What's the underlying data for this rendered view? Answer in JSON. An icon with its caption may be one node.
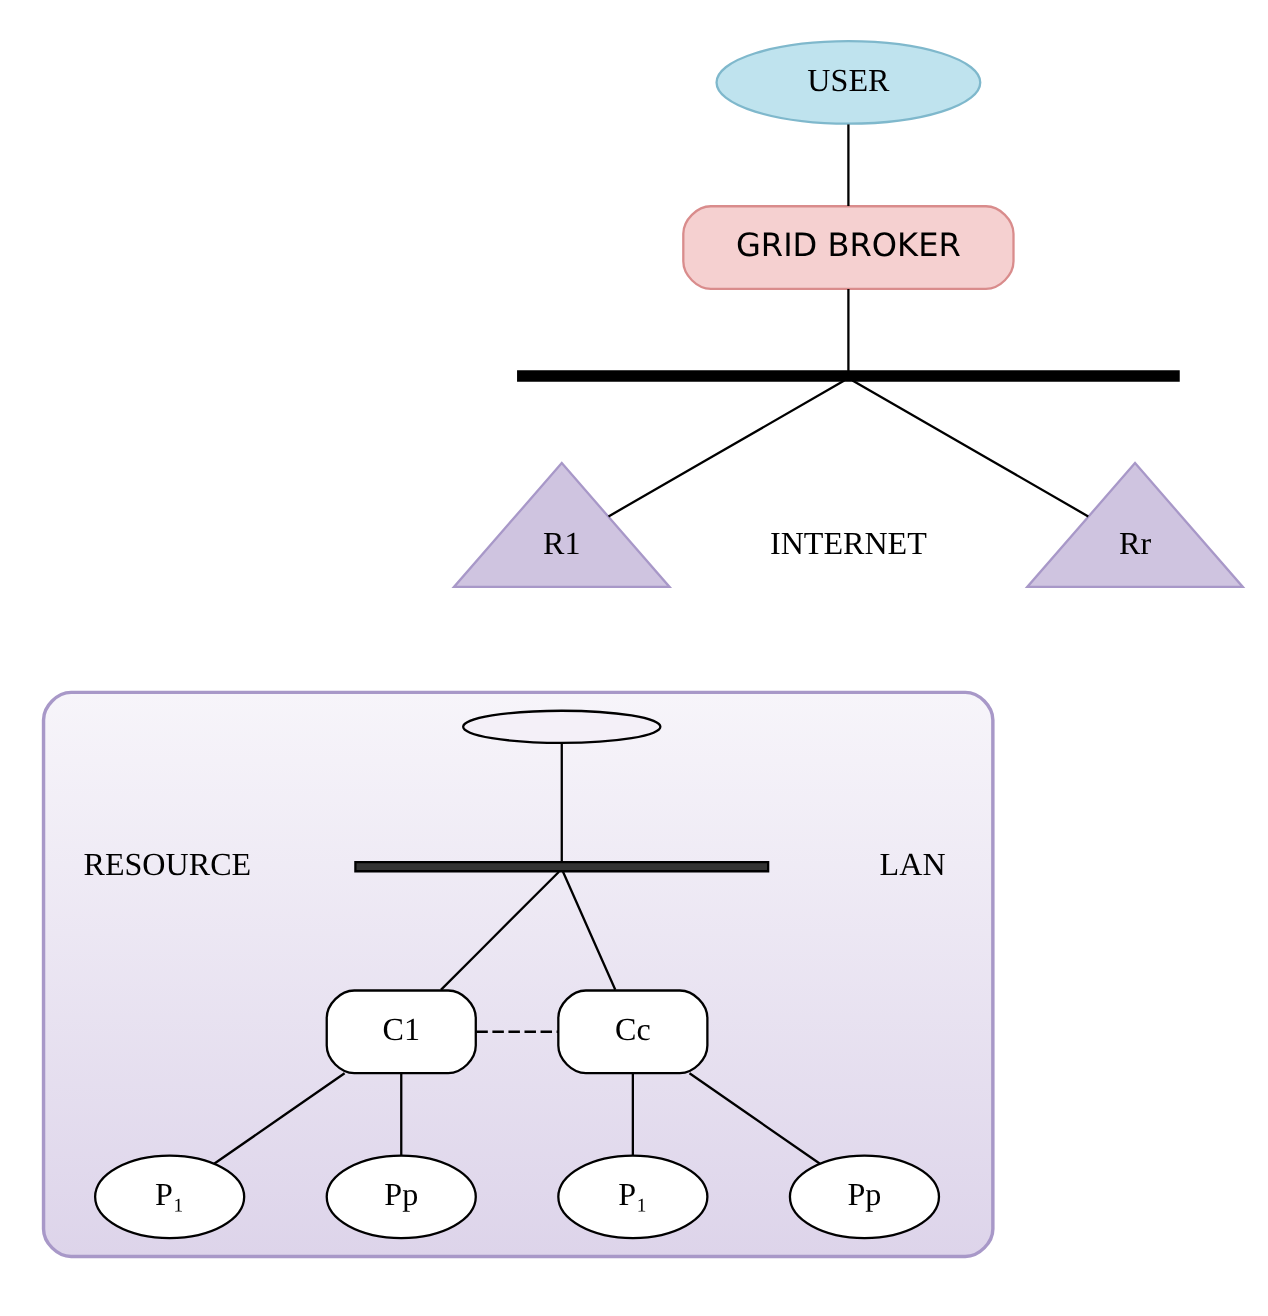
{
  "diagram": {
    "nodes": [
      {
        "text": [
          "USER"
        ]
      },
      {
        "text": [
          "GRID BROKER"
        ]
      },
      {
        "text": [],
        "shape": "bar"
      },
      {
        "text": [
          "R1"
        ]
      },
      {
        "text": [
          "Rr"
        ]
      },
      {
        "text": [],
        "shape": "cloud"
      },
      {
        "text": [],
        "shape": "ellipse",
        "in": 5
      },
      {
        "text": [],
        "shape": "bar",
        "in": 5
      },
      {
        "text": [
          "C1"
        ],
        "in": 5
      },
      {
        "text": [
          "Cc"
        ],
        "in": 5
      },
      {
        "text": [
          "P₁"
        ],
        "in": 5
      },
      {
        "text": [
          "Pp"
        ],
        "in": 5
      },
      {
        "text": [
          "P₁"
        ],
        "in": 5
      },
      {
        "text": [
          "Pp"
        ],
        "in": 5
      }
    ],
    "edges": [
      {
        "from": 0,
        "to": 1,
        "arrow": "none"
      },
      {
        "from": 1,
        "to": 2,
        "arrow": "none"
      },
      {
        "from": 2,
        "to": 3,
        "arrow": "none"
      },
      {
        "from": 2,
        "to": 4,
        "arrow": "none"
      },
      {
        "from": 6,
        "to": 7,
        "arrow": "none"
      },
      {
        "from": 7,
        "to": 8,
        "arrow": "none"
      },
      {
        "from": 7,
        "to": 9,
        "arrow": "none"
      },
      {
        "from": 8,
        "to": 10,
        "arrow": "none"
      },
      {
        "from": 8,
        "to": 11,
        "arrow": "none"
      },
      {
        "from": 9,
        "to": 12,
        "arrow": "none"
      },
      {
        "from": 9,
        "to": 13,
        "arrow": "none"
      },
      {
        "from": 8,
        "to": 9,
        "arrow": "none",
        "style": "dashed"
      }
    ],
    "labels": [
      "INTERNET",
      "RESOURCE",
      "LAN"
    ]
  }
}
